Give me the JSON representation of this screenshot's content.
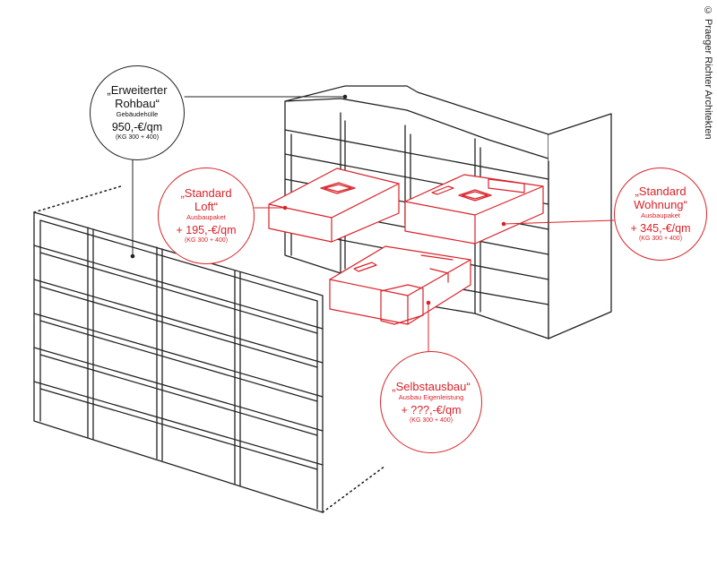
{
  "colors": {
    "accent": "#d9232a",
    "ink": "#222222"
  },
  "labels": {
    "rohbau": {
      "title_line1": "„Erweiterter",
      "title_line2": "Rohbau“",
      "subtitle": "Gebäudehülle",
      "price": "950,-€/qm",
      "code": "(KG 300 + 400)"
    },
    "loft": {
      "title_line1": "„Standard",
      "title_line2": "Loft“",
      "subtitle": "Ausbaupaket",
      "price": "+ 195,-€/qm",
      "code": "(KG 300 + 400)"
    },
    "wohnung": {
      "title_line1": "„Standard",
      "title_line2": "Wohnung“",
      "subtitle": "Ausbaupaket",
      "price": "+ 345,-€/qm",
      "code": "(KG 300 + 400)"
    },
    "selbstbau": {
      "title_line1": "„Selbstausbau“",
      "subtitle": "Ausbau Eigenleistung",
      "price": "+ ???,-€/qm",
      "code": "(KG 300 + 400)"
    }
  },
  "copyright": "© Praeger Richter Architekten"
}
